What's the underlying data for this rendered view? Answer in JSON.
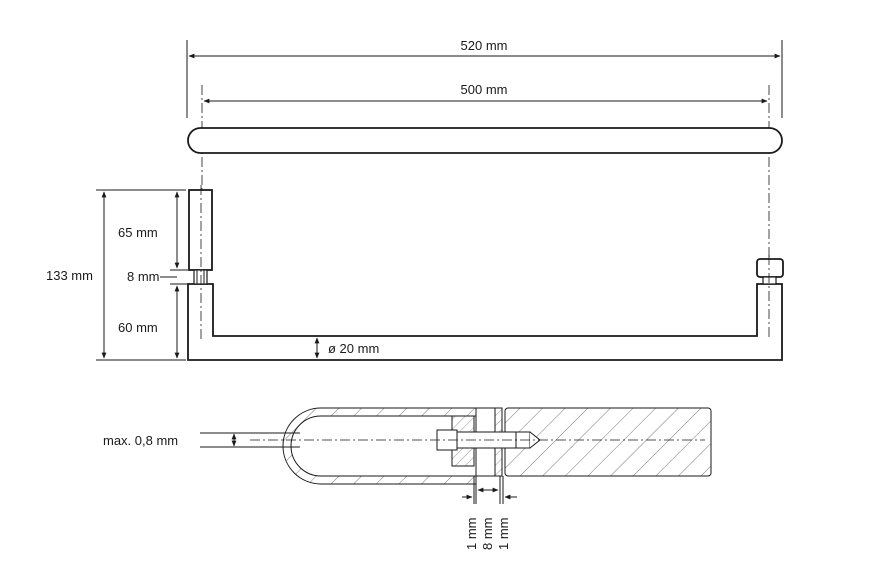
{
  "dimensions": {
    "overall_length": "520 mm",
    "hole_spacing": "500 mm",
    "total_height": "133 mm",
    "upper_section": "65 mm",
    "gap": "8 mm",
    "lower_section": "60 mm",
    "diameter": "ø  20 mm",
    "max_glass_gap": "max. 0,8 mm",
    "washer_left": "1 mm",
    "glass_thickness": "8 mm",
    "washer_right": "1 mm"
  }
}
